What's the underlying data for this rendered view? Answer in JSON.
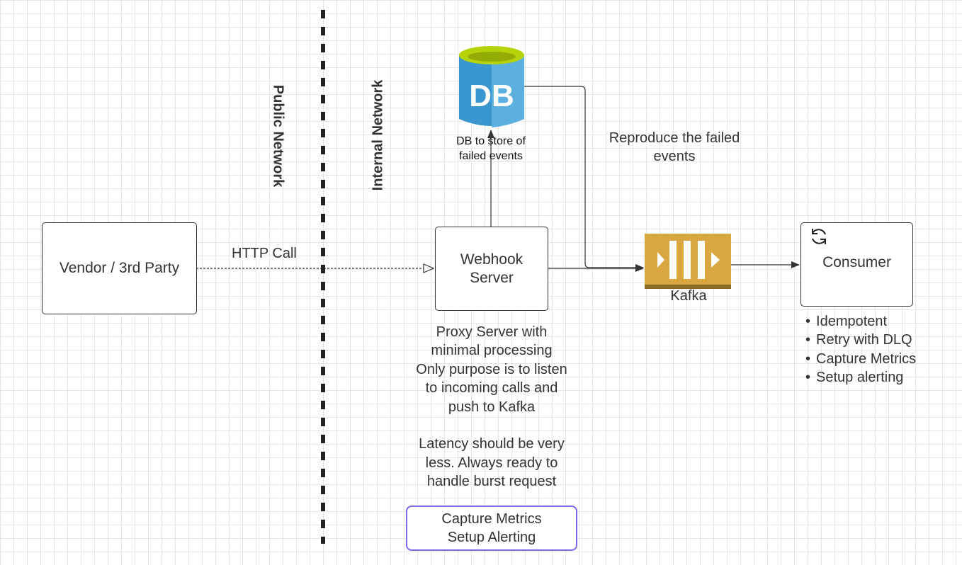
{
  "boundaries": {
    "public": "Public Network",
    "internal": "Internal Network"
  },
  "vendor": {
    "label": "Vendor / 3rd Party"
  },
  "http_call": {
    "label": "HTTP Call"
  },
  "webhook": {
    "label": "Webhook\nServer"
  },
  "db": {
    "icon_text": "DB",
    "caption": "DB to store of\nfailed events",
    "top_color": "#b6d30a",
    "body_color": "#3a96cf",
    "body_light_color": "#5cb0e0"
  },
  "reproduce": {
    "label": "Reproduce the failed\nevents"
  },
  "kafka": {
    "label": "Kafka",
    "color": "#d9a741",
    "dark_color": "#8a6a22"
  },
  "consumer": {
    "label": "Consumer",
    "icon": "refresh-icon",
    "bullets": [
      "Idempotent",
      "Retry with DLQ",
      "Capture Metrics",
      "Setup alerting"
    ]
  },
  "webhook_notes": {
    "text": "Proxy Server with\nminimal processing\nOnly purpose is to listen\nto incoming calls and\npush to Kafka\n\nLatency should be very\nless. Always ready to\nhandle burst request"
  },
  "metrics_box": {
    "label": "Capture Metrics\nSetup Alerting",
    "border_color": "#7b68e8"
  }
}
